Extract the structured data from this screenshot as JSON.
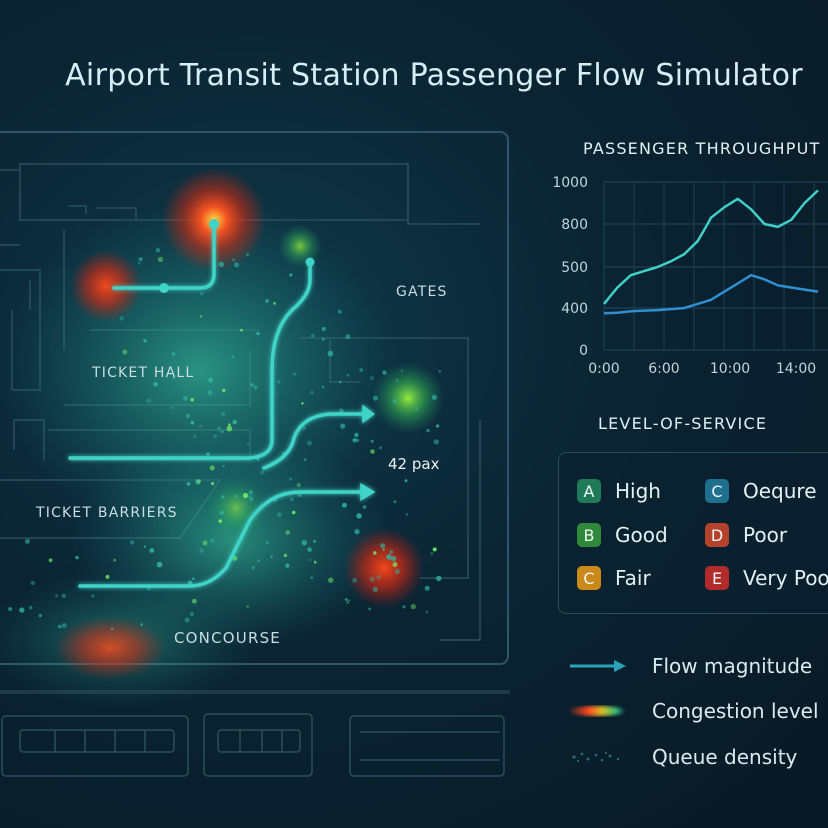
{
  "title": "Airport Transit Station Passenger Flow Simulator",
  "floorplan": {
    "zones": {
      "gates": "GATES",
      "ticket_hall": "TICKET HALL",
      "ticket_barriers": "TICKET BARRIERS",
      "concourse": "CONCOURSE"
    },
    "pax_count_label": "42 pax"
  },
  "throughput": {
    "heading": "PASSENGER THROUGHPUT",
    "chart_data": {
      "type": "line",
      "title": "PASSENGER THROUGHPUT",
      "x_ticks": [
        "0:00",
        "6:00",
        "10:00",
        "14:00"
      ],
      "y_ticks": [
        0,
        400,
        500,
        800,
        1000
      ],
      "grid": true,
      "series": [
        {
          "color": "#3fd0c8",
          "x": [
            0,
            1,
            2,
            3,
            4,
            5,
            6,
            7,
            7.5,
            8,
            9,
            10,
            11,
            12,
            13,
            14,
            15,
            16
          ],
          "y": [
            410,
            450,
            480,
            490,
            500,
            540,
            590,
            680,
            760,
            830,
            880,
            920,
            870,
            800,
            780,
            820,
            900,
            960
          ]
        },
        {
          "color": "#2f8fd0",
          "x": [
            0,
            1,
            2,
            3,
            4,
            5,
            6,
            7,
            8,
            9,
            10,
            11,
            12,
            13,
            14,
            15,
            16
          ],
          "y": [
            350,
            355,
            370,
            375,
            380,
            390,
            400,
            410,
            420,
            440,
            460,
            480,
            470,
            455,
            450,
            445,
            440
          ]
        }
      ]
    }
  },
  "level_of_service": {
    "heading": "LEVEL-OF-SERVICE",
    "items": [
      {
        "grade": "A",
        "label": "High",
        "color": "#1f7a5a"
      },
      {
        "grade": "B",
        "label": "Good",
        "color": "#2e8a3a"
      },
      {
        "grade": "C",
        "label": "Fair",
        "color": "#c98a1a"
      },
      {
        "grade": "C",
        "label": "Oequre",
        "color": "#1f6f8e"
      },
      {
        "grade": "D",
        "label": "Poor",
        "color": "#b5422a"
      },
      {
        "grade": "E",
        "label": "Very Poor",
        "color": "#b32a2a"
      }
    ]
  },
  "legend": {
    "items": [
      {
        "label": "Flow magnitude",
        "icon": "arrow-icon"
      },
      {
        "label": "Congestion level",
        "icon": "gradient-icon"
      },
      {
        "label": "Queue density",
        "icon": "dots-icon"
      }
    ]
  }
}
